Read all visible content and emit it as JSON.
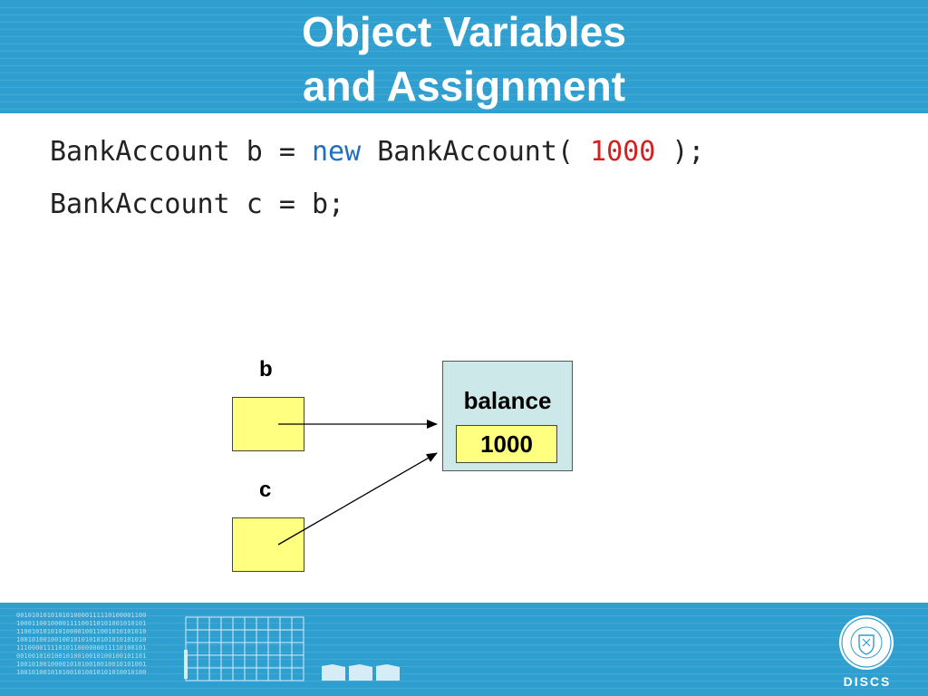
{
  "slide": {
    "title_line1": "Object Variables",
    "title_line2": "and Assignment"
  },
  "code": {
    "line1": {
      "part1": "BankAccount b = ",
      "keyword": "new",
      "part2": " BankAccount( ",
      "number": "1000",
      "part3": " );"
    },
    "line2": "BankAccount c = b;"
  },
  "diagram": {
    "var_b_label": "b",
    "var_c_label": "c",
    "object": {
      "field_name": "balance",
      "field_value": "1000"
    }
  },
  "footer": {
    "binary_lines": [
      "0010101010101010000111110100001100",
      "1000110010000111100110101001010101",
      "1100101010101000010011001010101010",
      "1001010010010010101010101010101010",
      "1110000111101011000000011110100101",
      "0010010101001010010010100100101101",
      "1001010010000101010010010010101001",
      "1001010010101001010010101010010100"
    ],
    "logo_text": "DISCS"
  },
  "colors": {
    "header_blue": "#2f9fd0",
    "keyword_blue": "#1f6fc0",
    "number_red": "#d42020",
    "variable_box_yellow": "#ffff80",
    "object_box_teal": "#cce8e8"
  },
  "icons": [
    "arrow-right",
    "university-seal-icon"
  ]
}
